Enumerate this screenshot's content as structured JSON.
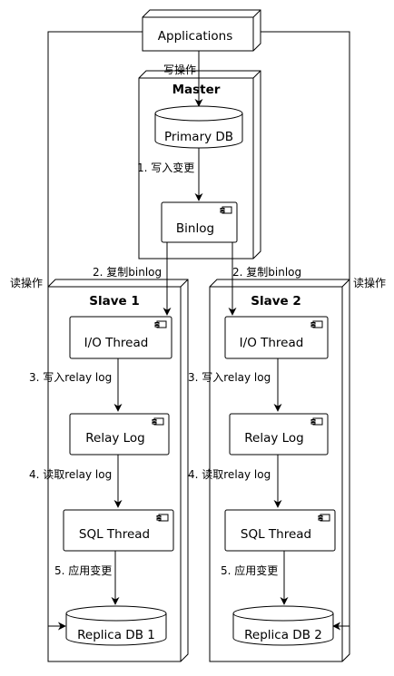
{
  "nodes": {
    "applications": "Applications",
    "master": "Master",
    "primary_db": "Primary DB",
    "binlog": "Binlog",
    "slave1": {
      "title": "Slave 1",
      "io_thread": "I/O Thread",
      "relay_log": "Relay Log",
      "sql_thread": "SQL Thread",
      "replica_db": "Replica DB 1"
    },
    "slave2": {
      "title": "Slave 2",
      "io_thread": "I/O Thread",
      "relay_log": "Relay Log",
      "sql_thread": "SQL Thread",
      "replica_db": "Replica DB 2"
    }
  },
  "edges": {
    "write_op": "写操作",
    "read_op_left": "读操作",
    "read_op_right": "读操作",
    "write_changes": "1. 写入变更",
    "copy_binlog_1": "2. 复制binlog",
    "copy_binlog_2": "2. 复制binlog",
    "write_relay_1": "3. 写入relay log",
    "write_relay_2": "3. 写入relay log",
    "read_relay_1": "4. 读取relay log",
    "read_relay_2": "4. 读取relay log",
    "apply_changes_1": "5. 应用变更",
    "apply_changes_2": "5. 应用变更"
  }
}
